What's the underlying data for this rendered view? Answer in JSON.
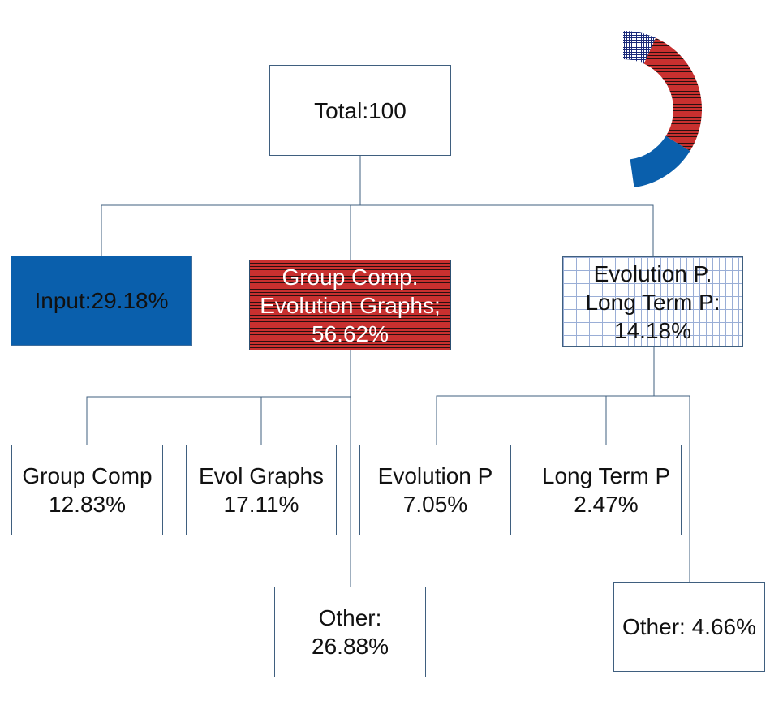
{
  "diagram": {
    "root": {
      "lines": [
        "Total:100"
      ]
    },
    "level1": [
      {
        "id": "input",
        "lines": [
          "Input:29.18%"
        ],
        "fill": "#0a5fac"
      },
      {
        "id": "group",
        "lines": [
          "Group Comp.",
          "Evolution Graphs;",
          "56.62%"
        ],
        "fill": "#c8302f"
      },
      {
        "id": "evolution",
        "lines": [
          "Evolution P.",
          "Long Term P:",
          "14.18%"
        ],
        "fill": "#9aaed6"
      }
    ],
    "level2": [
      {
        "id": "group-comp",
        "lines": [
          "Group Comp",
          "12.83%"
        ]
      },
      {
        "id": "evol-graphs",
        "lines": [
          "Evol Graphs",
          "17.11%"
        ]
      },
      {
        "id": "evolution-p",
        "lines": [
          "Evolution P",
          "7.05%"
        ]
      },
      {
        "id": "long-term-p",
        "lines": [
          "Long Term P",
          "2.47%"
        ]
      }
    ],
    "others": [
      {
        "id": "other-group",
        "lines": [
          "Other:",
          "26.88%"
        ]
      },
      {
        "id": "other-evolution",
        "lines": [
          "Other: 4.66%"
        ]
      }
    ]
  },
  "donut": {
    "segments": [
      {
        "label": "Input",
        "value": 29.18,
        "color": "#0a5fac"
      },
      {
        "label": "Group Comp. Evolution Graphs",
        "value": 56.62,
        "color": "#c8302f"
      },
      {
        "label": "Evolution P. Long Term P",
        "value": 14.18,
        "color": "#1a2a7a"
      }
    ]
  },
  "colors": {
    "connector": "#3f5f7f",
    "border": "#3f5f7f"
  }
}
